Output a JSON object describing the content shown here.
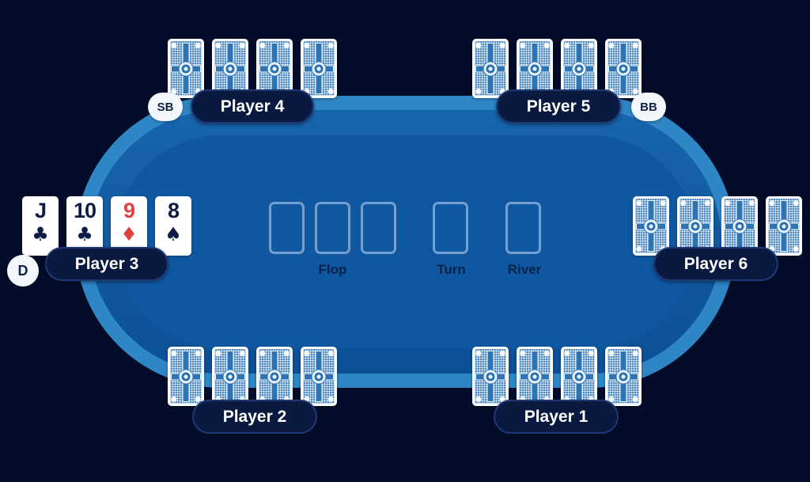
{
  "players": [
    {
      "name": "Player 1",
      "position": "bottom-right",
      "hand": "face-down",
      "card_count": 4,
      "badge": null
    },
    {
      "name": "Player 2",
      "position": "bottom-left",
      "hand": "face-down",
      "card_count": 4,
      "badge": null
    },
    {
      "name": "Player 3",
      "position": "left",
      "hand": "face-up",
      "badge": "D",
      "cards": [
        {
          "rank": "J",
          "suit": "♣",
          "color": "black"
        },
        {
          "rank": "10",
          "suit": "♣",
          "color": "black"
        },
        {
          "rank": "9",
          "suit": "♦",
          "color": "red"
        },
        {
          "rank": "8",
          "suit": "♠",
          "color": "black"
        }
      ]
    },
    {
      "name": "Player 4",
      "position": "top-left",
      "hand": "face-down",
      "card_count": 4,
      "badge": "SB"
    },
    {
      "name": "Player 5",
      "position": "top-right",
      "hand": "face-down",
      "card_count": 4,
      "badge": "BB"
    },
    {
      "name": "Player 6",
      "position": "right",
      "hand": "face-down",
      "card_count": 4,
      "badge": null
    }
  ],
  "board": {
    "flop_label": "Flop",
    "turn_label": "Turn",
    "river_label": "River",
    "flop_slots": 3,
    "turn_slots": 1,
    "river_slots": 1
  },
  "badges": {
    "dealer": "D",
    "small_blind": "SB",
    "big_blind": "BB"
  },
  "colors": {
    "background": "#030C28",
    "rail": "#2E86C4",
    "felt_top": "#1865AE",
    "felt_bottom": "#0C5094",
    "felt_inner": "#0F58A1",
    "nameplate": "#0A1940",
    "card_navy": "#0D1C45",
    "card_red": "#E2413E",
    "badge_bg": "#F3F7FC"
  }
}
